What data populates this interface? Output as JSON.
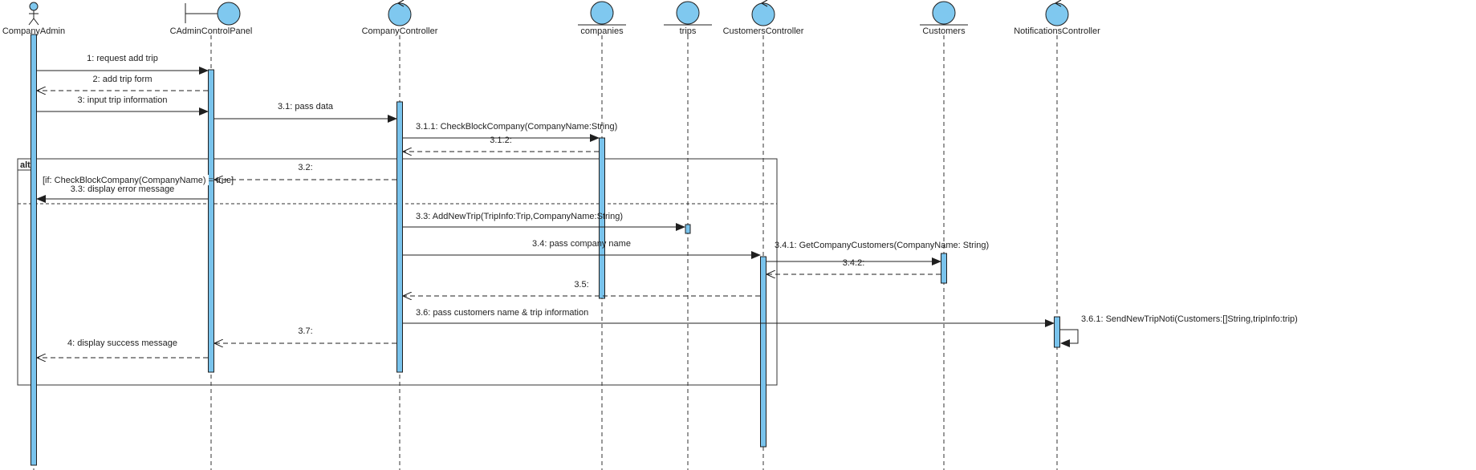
{
  "diagram": {
    "colors": {
      "fill": "#7fc8ef",
      "stroke": "#1f1f1f",
      "activation": "#79c3ec",
      "frame": "#333333"
    },
    "lifelines": [
      {
        "name": "CompanyAdmin",
        "kind": "actor"
      },
      {
        "name": "CAdminControlPanel",
        "kind": "boundary"
      },
      {
        "name": "CompanyController",
        "kind": "control"
      },
      {
        "name": "companies",
        "kind": "entity"
      },
      {
        "name": "trips",
        "kind": "entity"
      },
      {
        "name": "CustomersController",
        "kind": "control"
      },
      {
        "name": "Customers",
        "kind": "entity"
      },
      {
        "name": "NotificationsController",
        "kind": "control"
      }
    ],
    "messages": [
      {
        "label": "1: request add trip",
        "from": 0,
        "to": 1,
        "kind": "sync"
      },
      {
        "label": "2: add trip form",
        "from": 1,
        "to": 0,
        "kind": "return"
      },
      {
        "label": "3: input trip information",
        "from": 0,
        "to": 1,
        "kind": "sync"
      },
      {
        "label": "3.1: pass data",
        "from": 1,
        "to": 2,
        "kind": "sync"
      },
      {
        "label": "3.1.1: CheckBlockCompany(CompanyName:String)",
        "from": 2,
        "to": 3,
        "kind": "sync"
      },
      {
        "label": "3.1.2:",
        "from": 3,
        "to": 2,
        "kind": "return"
      },
      {
        "label": "3.2:",
        "from": 2,
        "to": 1,
        "kind": "return"
      },
      {
        "label": "3.3: display error message",
        "from": 1,
        "to": 0,
        "kind": "sync"
      },
      {
        "label": "3.3: AddNewTrip(TripInfo:Trip,CompanyName:String)",
        "from": 2,
        "to": 4,
        "kind": "sync"
      },
      {
        "label": "3.4: pass company name",
        "from": 2,
        "to": 5,
        "kind": "sync"
      },
      {
        "label": "3.4.1: GetCompanyCustomers(CompanyName: String)",
        "from": 5,
        "to": 6,
        "kind": "sync"
      },
      {
        "label": "3.4.2:",
        "from": 6,
        "to": 5,
        "kind": "return"
      },
      {
        "label": "3.5:",
        "from": 5,
        "to": 2,
        "kind": "return"
      },
      {
        "label": "3.6: pass customers name & trip information",
        "from": 2,
        "to": 7,
        "kind": "sync"
      },
      {
        "label": "3.6.1: SendNewTripNoti(Customers:[]String,tripInfo:trip)",
        "from": 7,
        "to": 7,
        "kind": "self"
      },
      {
        "label": "3.7:",
        "from": 2,
        "to": 1,
        "kind": "return"
      },
      {
        "label": "4: display success message",
        "from": 1,
        "to": 0,
        "kind": "return"
      }
    ],
    "fragment": {
      "operator": "alt",
      "guard": "[if: CheckBlockCompany(CompanyName) = true]"
    }
  }
}
